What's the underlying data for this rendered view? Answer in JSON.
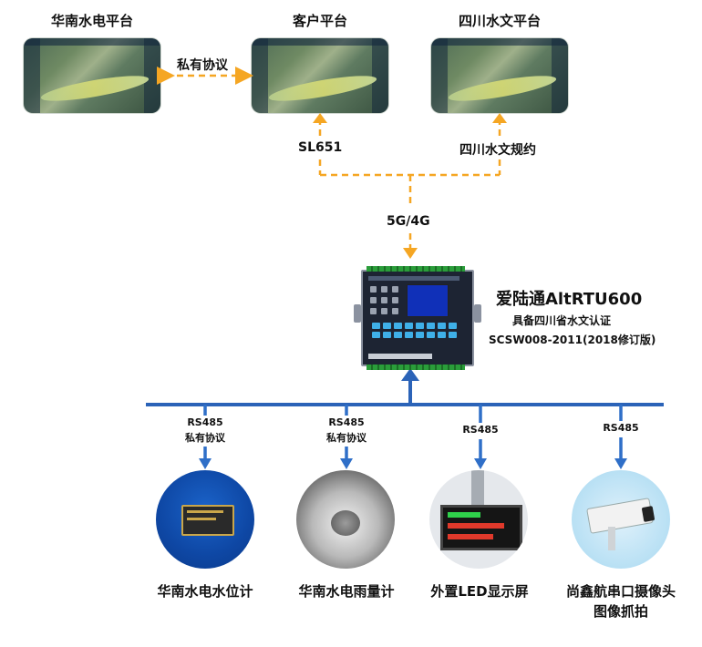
{
  "platforms": [
    {
      "title": "华南水电平台"
    },
    {
      "title": "客户平台"
    },
    {
      "title": "四川水文平台"
    }
  ],
  "links": {
    "private_protocol": "私有协议",
    "sl651": "SL651",
    "sichuan_protocol": "四川水文规约",
    "network": "5G/4G"
  },
  "rtu": {
    "name": "爱陆通AltRTU600",
    "cert_line": "具备四川省水文认证",
    "standard_line": "SCSW008-2011(2018修订版)"
  },
  "peripherals": [
    {
      "interface": "RS485",
      "protocol": "私有协议",
      "label": "华南水电水位计"
    },
    {
      "interface": "RS485",
      "protocol": "私有协议",
      "label": "华南水电雨量计"
    },
    {
      "interface": "RS485",
      "protocol": "",
      "label": "外置LED显示屏"
    },
    {
      "interface": "RS485",
      "protocol": "",
      "label": "尚鑫航串口摄像头",
      "label2": "图像抓拍"
    }
  ],
  "colors": {
    "orange_link": "#f5a623",
    "blue_bus": "#2b63b8",
    "blue_arrow": "#2f6fc8"
  }
}
